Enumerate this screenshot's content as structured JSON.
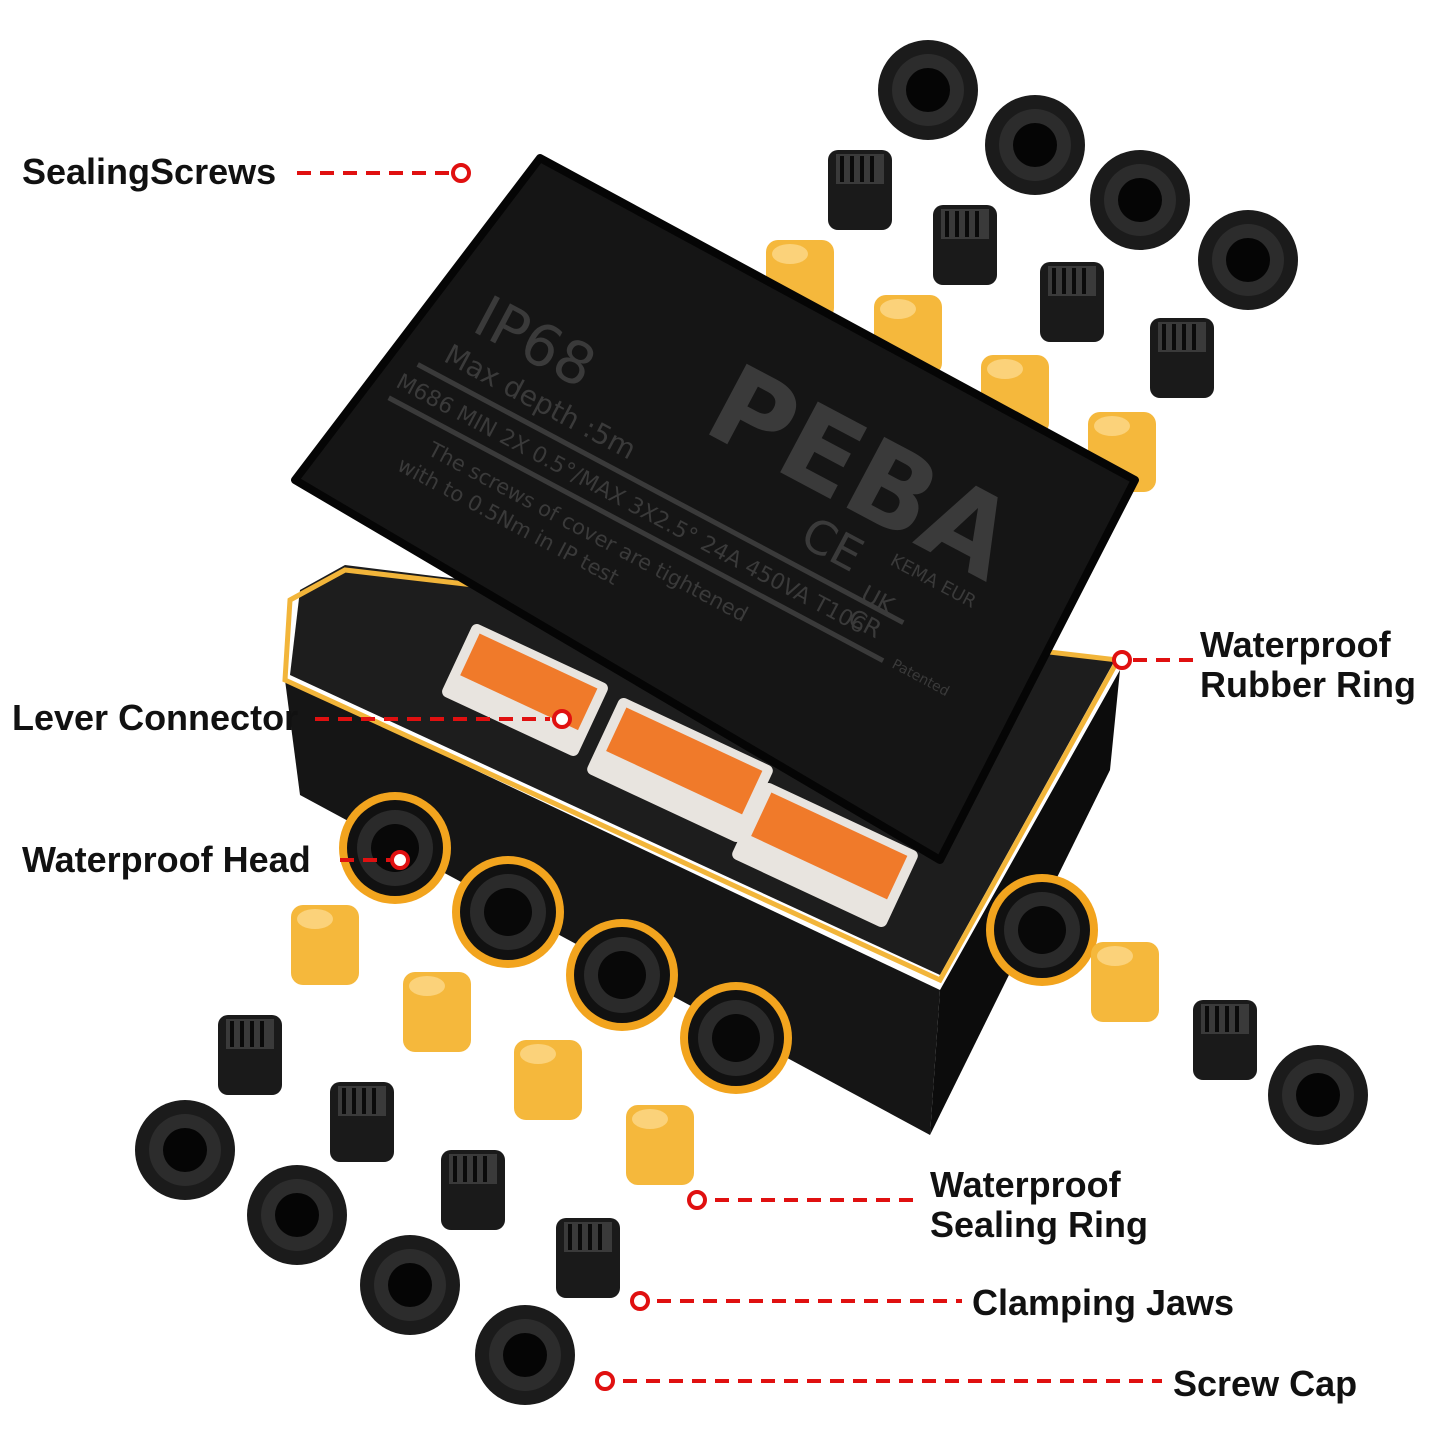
{
  "labels": {
    "sealing_screws": "SealingScrews",
    "rubber_ring_1": "Waterproof",
    "rubber_ring_2": "Rubber Ring",
    "lever_connector": "Lever Connector",
    "waterproof_head": "Waterproof Head",
    "sealing_ring_1": "Waterproof",
    "sealing_ring_2": "Sealing Ring",
    "clamping_jaws": "Clamping Jaws",
    "screw_cap": "Screw Cap"
  },
  "lid": {
    "brand": "PEBA",
    "rating": "IP68",
    "depth": "Max   depth :5m",
    "spec": "M686 MIN 2X 0.5°/MAX 3X2.5°  24A 450VA   T106",
    "note_1": "The screws of cover are tightened",
    "note_2": "with to 0.5Nm in IP test",
    "ce": "CE",
    "ukca_1": "UK",
    "ukca_2": "CR",
    "kema": "KEMA EUR",
    "patented": "Patented"
  },
  "colors": {
    "callout": "#e01010",
    "body": "#141414",
    "rubber": "#f2b53a",
    "lever": "#f07a2a"
  }
}
